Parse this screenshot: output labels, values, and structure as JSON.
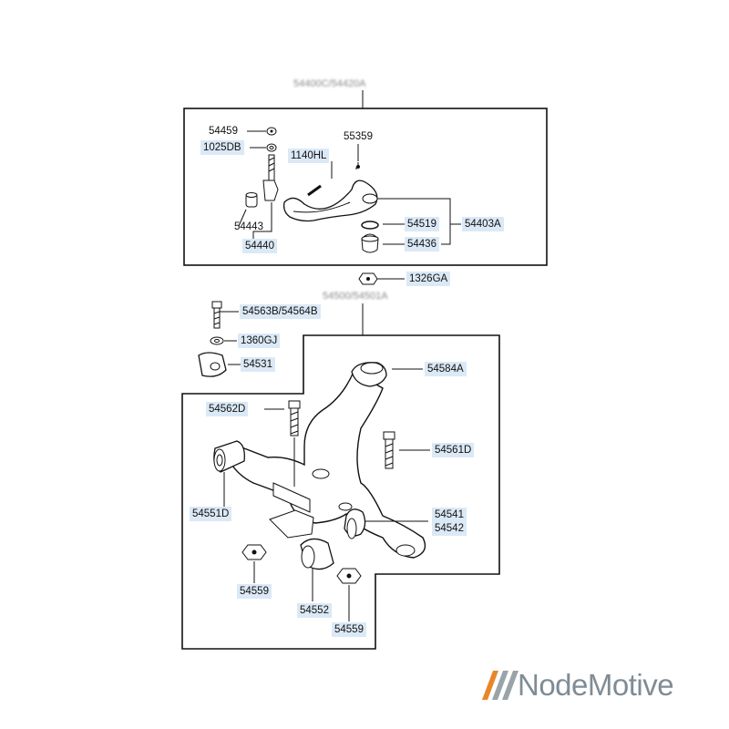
{
  "diagram": {
    "upper_group_label": "54400C/54420A",
    "lower_group_label": "54500/54501A",
    "upper_parts": {
      "p54459": "54459",
      "p1025DB": "1025DB",
      "p55359": "55359",
      "p1140HL": "1140HL",
      "p54443": "54443",
      "p54440": "54440",
      "p54519": "54519",
      "p54403A": "54403A",
      "p54436": "54436"
    },
    "middle_parts": {
      "p1326GA": "1326GA"
    },
    "lower_parts": {
      "p54563B": "54563B/54564B",
      "p1360GJ": "1360GJ",
      "p54531": "54531",
      "p54584A": "54584A",
      "p54562D": "54562D",
      "p54561D": "54561D",
      "p54551D": "54551D",
      "p54541": "54541",
      "p54542": "54542",
      "p54559a": "54559",
      "p54552": "54552",
      "p54559b": "54559"
    }
  },
  "brand": {
    "name": "NodeMotive",
    "colors": {
      "stripe_orange": "#e8862a",
      "stripe_gray": "#9aa3aa",
      "text": "#7f8c96"
    }
  }
}
